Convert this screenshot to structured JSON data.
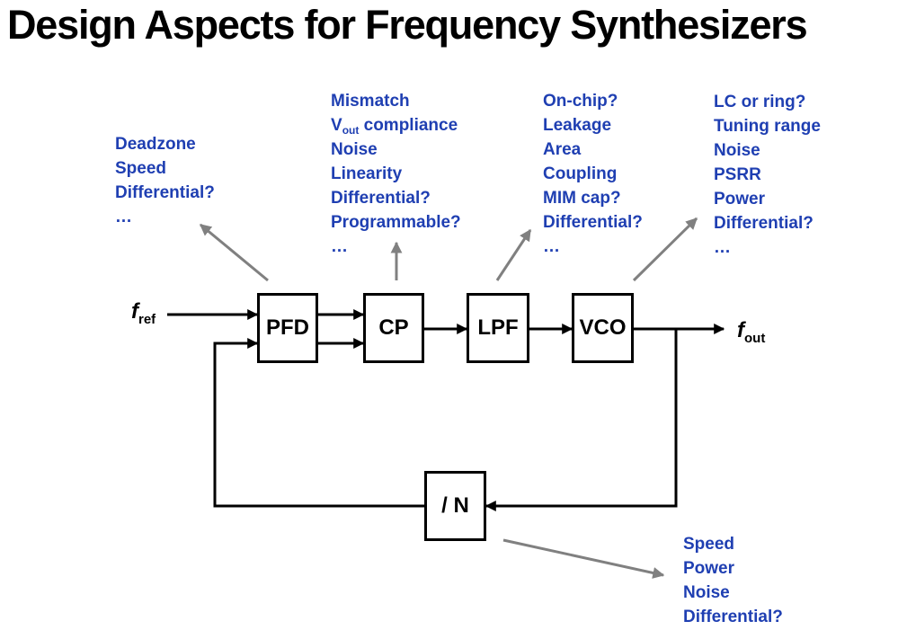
{
  "title": "Design Aspects for Frequency Synthesizers",
  "blocks": {
    "pfd": "PFD",
    "cp": "CP",
    "lpf": "LPF",
    "vco": "VCO",
    "divider": "/ N"
  },
  "signals": {
    "input": {
      "symbol": "f",
      "subscript": "ref"
    },
    "output": {
      "symbol": "f",
      "subscript": "out"
    }
  },
  "notes": {
    "pfd": [
      "Deadzone",
      "Speed",
      "Differential?",
      "…"
    ],
    "cp": {
      "vout_main": "V",
      "vout_sub": "out",
      "vout_rest": " compliance",
      "items": [
        "Mismatch",
        "Noise",
        "Linearity",
        "Differential?",
        "Programmable?",
        "…"
      ]
    },
    "lpf": [
      "On-chip?",
      "Leakage",
      "Area",
      "Coupling",
      "MIM cap?",
      "Differential?",
      "…"
    ],
    "vco": [
      "LC or ring?",
      "Tuning range",
      "Noise",
      "PSRR",
      "Power",
      "Differential?",
      "…"
    ],
    "divider": [
      "Speed",
      "Power",
      "Noise",
      "Differential?"
    ]
  },
  "colors": {
    "note_text": "#1f3fb2",
    "pointer_arrow": "#808080",
    "wire": "#000000"
  }
}
